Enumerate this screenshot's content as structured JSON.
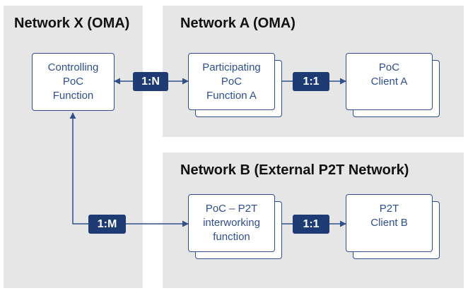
{
  "regions": {
    "network_x": "Network X (OMA)",
    "network_a": "Network A (OMA)",
    "network_b": "Network B (External P2T Network)"
  },
  "boxes": {
    "controlling": "Controlling\nPoC\nFunction",
    "participating": "Participating\nPoC\nFunction A",
    "client_a": "PoC\nClient A",
    "interworking": "PoC – P2T\ninterworking\nfunction",
    "client_b": "P2T\nClient B"
  },
  "badges": {
    "x_to_a": "1:N",
    "a_to_client": "1:1",
    "x_to_b": "1:M",
    "b_to_client": "1:1"
  },
  "colors": {
    "region_fill": "#e6e6e6",
    "box_border": "#2f4f8a",
    "badge_fill": "#1f3b73",
    "text": "#2f4f8a"
  }
}
